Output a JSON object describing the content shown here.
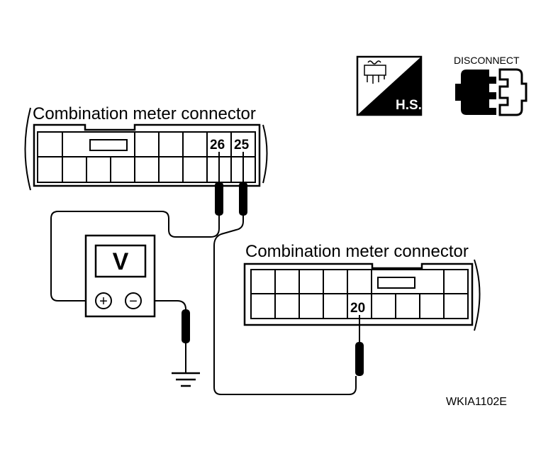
{
  "connector_top": {
    "title": "Combination meter connector",
    "pin_a": "26",
    "pin_b": "25"
  },
  "connector_bottom": {
    "title": "Combination meter connector",
    "pin": "20"
  },
  "meter": {
    "display": "V",
    "plus": "+",
    "minus": "−"
  },
  "hs_icon": {
    "label": "H.S."
  },
  "disconnect_icon": {
    "label": "DISCONNECT"
  },
  "figure_code": "WKIA1102E"
}
